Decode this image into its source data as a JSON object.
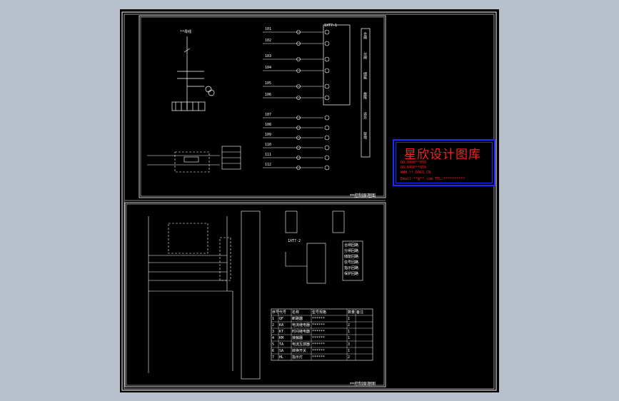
{
  "stamp": {
    "title": "星欣设计图库",
    "line1": "QQ:8490**056",
    "line2": "QQ:8490**056",
    "line3": "WWW.**.DAGS.CN",
    "line4": "Email:**@**.com  TEL:**********"
  },
  "panels": {
    "top_caption": "**控制原理图",
    "bottom_caption": "**控制原理图"
  },
  "top_panel": {
    "bus_label": "**母线",
    "terminal_header": "1XT7-1",
    "side_labels": [
      "合闸",
      "分闸",
      "储能",
      "故障",
      "远方",
      "就地"
    ],
    "row_labels": [
      "101",
      "102",
      "103",
      "104",
      "105",
      "106",
      "107",
      "108",
      "109",
      "110",
      "111",
      "112"
    ]
  },
  "bottom_panel": {
    "terminal_header": "1XT7-2",
    "legend_rows": [
      "合闸回路",
      "分闸回路",
      "储能回路",
      "信号回路",
      "指示回路",
      "保护回路"
    ],
    "table_header": [
      "序号",
      "代号",
      "名称",
      "型号规格",
      "数量",
      "备注"
    ],
    "table_rows": [
      [
        "1",
        "QF",
        "断路器",
        "******",
        "1",
        ""
      ],
      [
        "2",
        "KA",
        "电流继电器",
        "******",
        "2",
        ""
      ],
      [
        "3",
        "KT",
        "时间继电器",
        "******",
        "1",
        ""
      ],
      [
        "4",
        "KM",
        "接触器",
        "******",
        "1",
        ""
      ],
      [
        "5",
        "TA",
        "电流互感器",
        "******",
        "3",
        ""
      ],
      [
        "6",
        "SA",
        "转换开关",
        "******",
        "1",
        ""
      ],
      [
        "7",
        "HL",
        "指示灯",
        "******",
        "2",
        ""
      ]
    ]
  }
}
